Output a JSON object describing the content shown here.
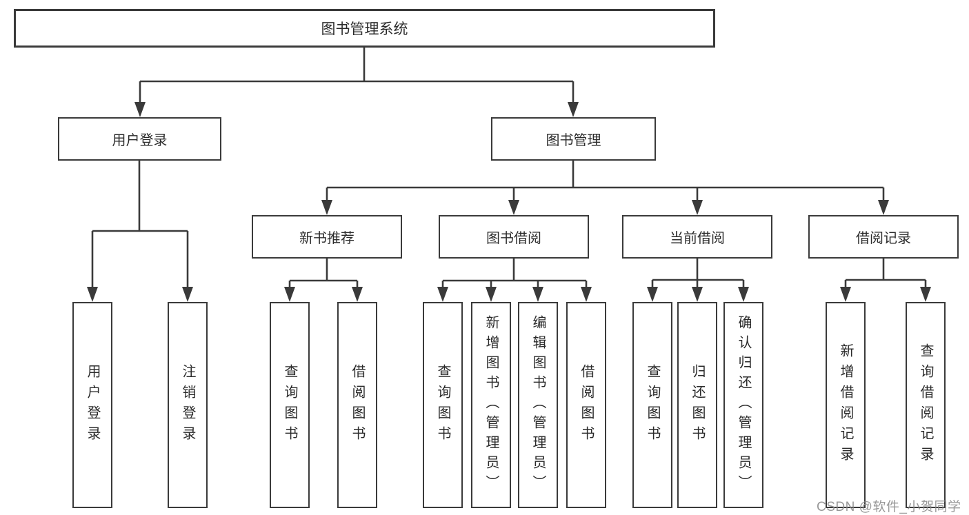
{
  "diagram": {
    "type": "tree",
    "title": "图书管理系统",
    "colors": {
      "line": "#3a3a3a",
      "box_border": "#3a3a3a",
      "text": "#2b2b2b",
      "background": "#ffffff",
      "watermark": "#8a8a8a"
    }
  },
  "nodes": {
    "root": "图书管理系统",
    "user_login": "用户登录",
    "book_mgmt": "图书管理",
    "new_book_rec": "新书推荐",
    "book_borrow": "图书借阅",
    "current_borrow": "当前借阅",
    "borrow_records": "借阅记录",
    "leaf_user_login": "用户登录",
    "leaf_logout": "注销登录",
    "leaf_nb_query": "查询图书",
    "leaf_nb_borrow": "借阅图书",
    "leaf_bb_query": "查询图书",
    "leaf_bb_add": "新增图书（管理员）",
    "leaf_bb_edit": "编辑图书（管理员）",
    "leaf_bb_borrow": "借阅图书",
    "leaf_cb_query": "查询图书",
    "leaf_cb_return": "归还图书",
    "leaf_cb_confirm": "确认归还（管理员）",
    "leaf_br_add": "新增借阅记录",
    "leaf_br_query": "查询借阅记录"
  },
  "hierarchy": {
    "图书管理系统": {
      "用户登录": [
        "用户登录",
        "注销登录"
      ],
      "图书管理": {
        "新书推荐": [
          "查询图书",
          "借阅图书"
        ],
        "图书借阅": [
          "查询图书",
          "新增图书（管理员）",
          "编辑图书（管理员）",
          "借阅图书"
        ],
        "当前借阅": [
          "查询图书",
          "归还图书",
          "确认归还（管理员）"
        ],
        "借阅记录": [
          "新增借阅记录",
          "查询借阅记录"
        ]
      }
    }
  },
  "watermark": "CSDN @软件_小贺同学"
}
